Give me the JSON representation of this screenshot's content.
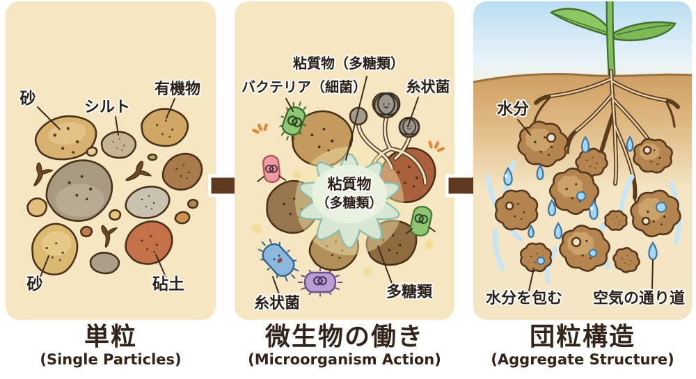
{
  "diagram": {
    "panel1": {
      "caption_jp": "単粒",
      "caption_en": "(Single Particles)",
      "labels": {
        "sand_top": "砂",
        "silt": "シルト",
        "organic": "有機物",
        "sand_bottom": "砂",
        "clay": "砧土"
      }
    },
    "panel2": {
      "caption_jp": "微生物の働き",
      "caption_en": "(Microorganism Action)",
      "labels": {
        "mucilage": "粘質物（多糖類）",
        "bacteria": "バクテリア（細菌）",
        "fungi_top": "糸状菌",
        "blob_line1": "粘質物",
        "blob_line2": "（多糖類）",
        "fungi_bottom": "糸状菌",
        "polysaccharides": "多糖類"
      }
    },
    "panel3": {
      "caption_jp": "団粒構造",
      "caption_en": "(Aggregate Structure)",
      "labels": {
        "moisture": "水分",
        "wrap_moisture": "水分を包む",
        "air_passage": "空気の通り道"
      }
    },
    "colors": {
      "panel_bg": "#f6e7c2",
      "arrow": "#5d3a20",
      "caption_text": "#32241b",
      "water_drop": "#a5d7f2",
      "slime_blob": "#d9e9d4",
      "soil": "#cd9c61",
      "sky": "#b9ddf0"
    }
  }
}
